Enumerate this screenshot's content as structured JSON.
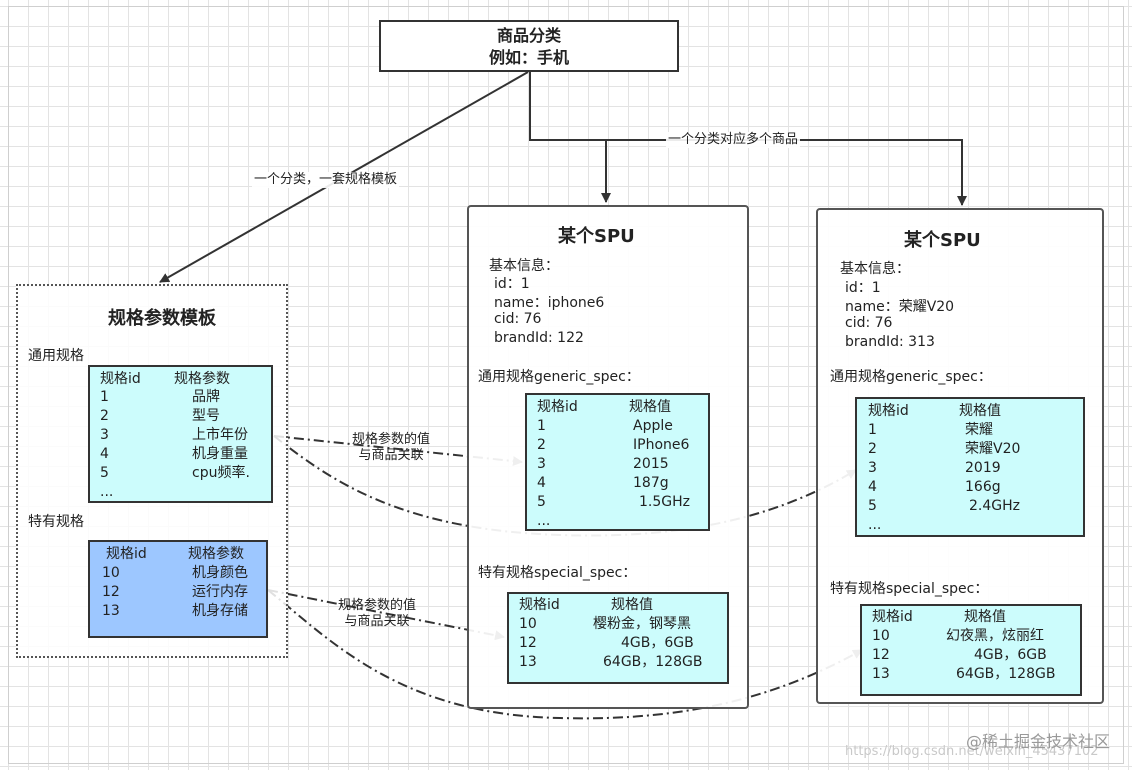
{
  "category": {
    "title": "商品分类",
    "example": "例如：手机"
  },
  "edge_labels": {
    "category_to_template": "一个分类，一套规格模板",
    "category_to_spu": "一个分类对应多个商品",
    "link1_line1": "规格参数的值",
    "link1_line2": "与商品关联",
    "link2_line1": "规格参数的值",
    "link2_line2": "与商品关联"
  },
  "template": {
    "title": "规格参数模板",
    "generic_label": "通用规格",
    "generic_headers": [
      "规格id",
      "规格参数"
    ],
    "generic_rows": [
      [
        "1",
        "品牌"
      ],
      [
        "2",
        "型号"
      ],
      [
        "3",
        "上市年份"
      ],
      [
        "4",
        "机身重量"
      ],
      [
        "5",
        "cpu频率."
      ]
    ],
    "generic_more": "...",
    "special_label": "特有规格",
    "special_headers": [
      "规格id",
      "规格参数"
    ],
    "special_rows": [
      [
        "10",
        "机身颜色"
      ],
      [
        "12",
        "运行内存"
      ],
      [
        "13",
        "机身存储"
      ]
    ]
  },
  "spu": [
    {
      "title": "某个SPU",
      "info_label": "基本信息：",
      "info": [
        "id：1",
        "name：iphone6",
        "cid: 76",
        "brandId: 122"
      ],
      "generic_label": "通用规格generic_spec：",
      "generic_headers": [
        "规格id",
        "规格值"
      ],
      "generic_rows": [
        [
          "1",
          "Apple"
        ],
        [
          "2",
          "IPhone6"
        ],
        [
          "3",
          "2015"
        ],
        [
          "4",
          "187g"
        ],
        [
          "5",
          "1.5GHz"
        ]
      ],
      "generic_more": "...",
      "special_label": "特有规格special_spec：",
      "special_headers": [
        "规格id",
        "规格值"
      ],
      "special_rows": [
        [
          "10",
          "樱粉金，钢琴黑"
        ],
        [
          "12",
          "4GB，6GB"
        ],
        [
          "13",
          "64GB，128GB"
        ]
      ]
    },
    {
      "title": "某个SPU",
      "info_label": "基本信息：",
      "info": [
        "id：1",
        "name：荣耀V20",
        "cid: 76",
        "brandId: 313"
      ],
      "generic_label": "通用规格generic_spec：",
      "generic_headers": [
        "规格id",
        "规格值"
      ],
      "generic_rows": [
        [
          "1",
          "荣耀"
        ],
        [
          "2",
          "荣耀V20"
        ],
        [
          "3",
          "2019"
        ],
        [
          "4",
          "166g"
        ],
        [
          "5",
          "2.4GHz"
        ]
      ],
      "generic_more": "...",
      "special_label": "特有规格special_spec：",
      "special_headers": [
        "规格id",
        "规格值"
      ],
      "special_rows": [
        [
          "10",
          "幻夜黑，炫丽红"
        ],
        [
          "12",
          "4GB，6GB"
        ],
        [
          "13",
          "64GB，128GB"
        ]
      ]
    }
  ],
  "watermark": {
    "brand": "@稀土掘金技术社区",
    "url": "https://blog.csdn.net/weixin_45437102"
  },
  "colors": {
    "table_cyan": "#ccfcfc",
    "table_blue": "#9dc7ff",
    "line": "#333333"
  }
}
